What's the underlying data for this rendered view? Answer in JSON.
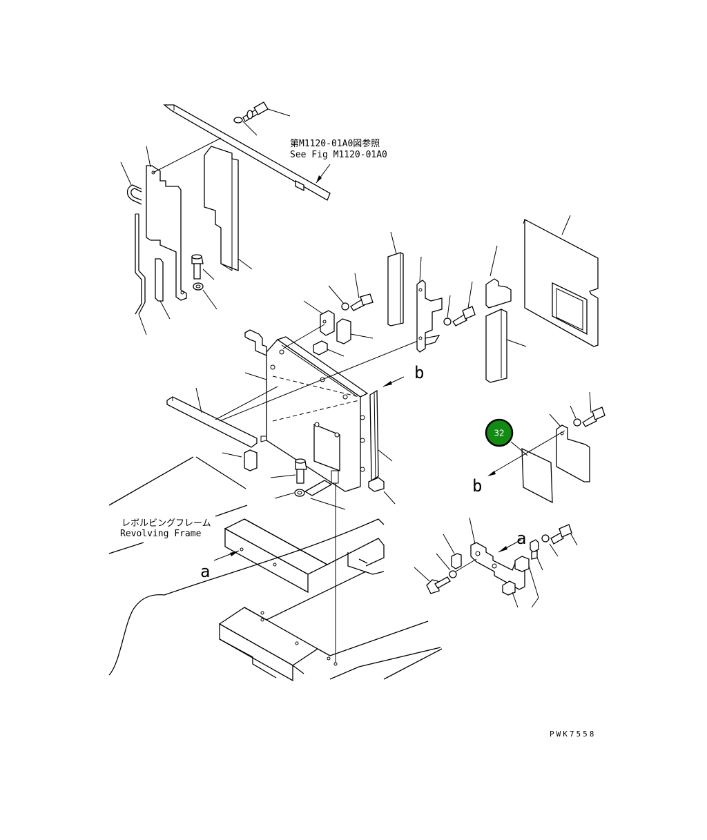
{
  "labels": {
    "ref_jp": "第M1120-01A0図参照",
    "ref_en": "See Fig M1120-01A0",
    "frame_jp": "レボルビングフレーム",
    "frame_en": "Revolving Frame",
    "view_a": "a",
    "view_b": "b",
    "code": "PWK7558"
  },
  "callout": {
    "number": "32",
    "color": "#138a13"
  }
}
